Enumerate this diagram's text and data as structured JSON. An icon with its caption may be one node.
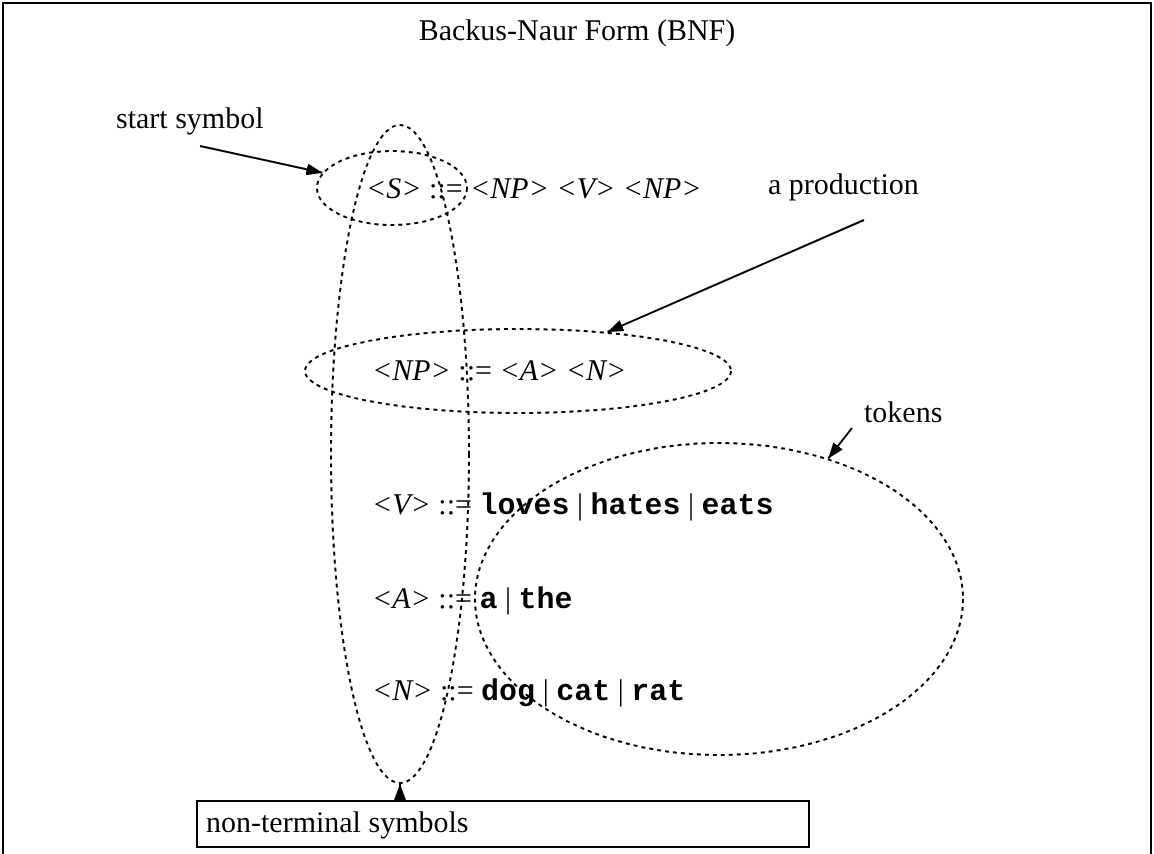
{
  "diagram": {
    "title": "Backus-Naur Form (BNF)",
    "nodes": [
      {
        "text": [
          "start symbol"
        ]
      },
      {
        "text": [],
        "shape": "ellipse"
      },
      {
        "text": [
          "a production"
        ]
      },
      {
        "text": [],
        "shape": "ellipse"
      },
      {
        "text": [
          "tokens"
        ]
      },
      {
        "text": [],
        "shape": "ellipse"
      },
      {
        "text": [
          "non-terminal symbols"
        ]
      },
      {
        "text": [],
        "shape": "ellipse"
      }
    ],
    "edges": [
      {
        "from": 0,
        "to": 1,
        "arrow": "to"
      },
      {
        "from": 2,
        "to": 3,
        "arrow": "to"
      },
      {
        "from": 4,
        "to": 5,
        "arrow": "to"
      },
      {
        "from": 6,
        "to": 7,
        "arrow": "to"
      }
    ],
    "labels": [
      "*<S>* ::= *<NP>* *<V>* *<NP>*",
      "*<NP>* ::= *<A>* *<N>*",
      "*<V>* ::= **loves** | **hates** | **eats**",
      "*<A>* ::= **a** | **the**",
      "*<N>* ::= **dog** | **cat** | **rat**"
    ]
  }
}
